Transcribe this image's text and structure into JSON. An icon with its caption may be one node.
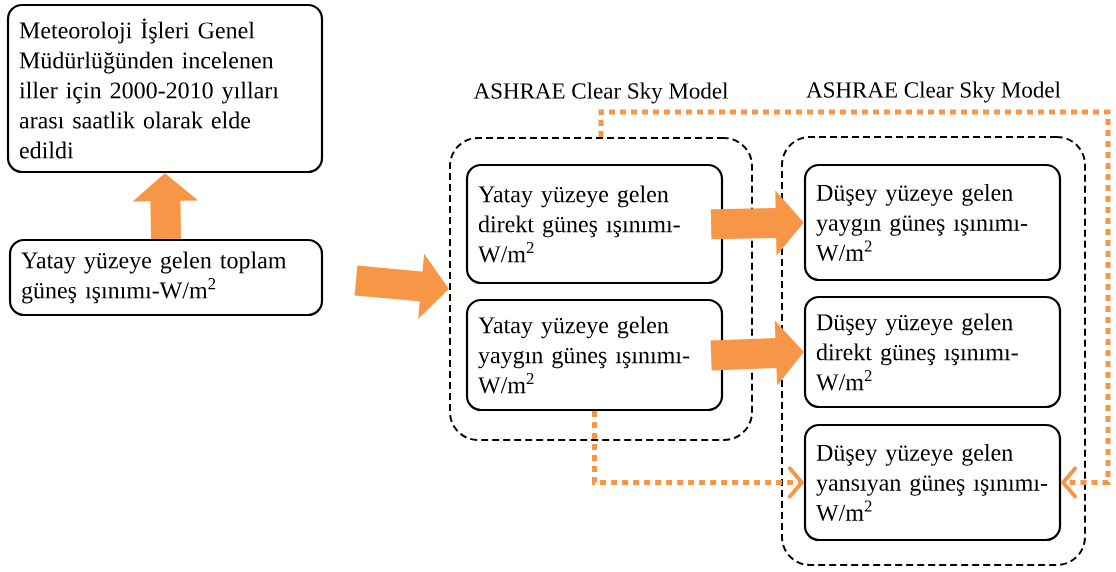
{
  "diagram": {
    "nodes": [
      {
        "text": [
          "Meteoroloji İşleri Genel Müdürlüğünden incelenen iller için 2000-2010 yılları arası saatlik olarak elde edildi"
        ]
      },
      {
        "text": [
          "Yatay yüzeye gelen toplam güneş ışınımı-W/m$^{2}$"
        ]
      },
      {
        "text": [
          "ASHRAE Clear Sky Model"
        ]
      },
      {
        "text": [
          "Yatay yüzeye gelen direkt güneş ışınımı-W/m$^{2}$"
        ],
        "in": 2
      },
      {
        "text": [
          "Yatay yüzeye gelen yaygın güneş ışınımı-W/m$^{2}$"
        ],
        "in": 2
      },
      {
        "text": [
          "ASHRAE Clear Sky Model"
        ]
      },
      {
        "text": [
          "Düşey yüzeye gelen yaygın güneş ışınımı-W/m$^{2}$"
        ],
        "in": 5
      },
      {
        "text": [
          "Düşey yüzeye gelen direkt güneş ışınımı-W/m$^{2}$"
        ],
        "in": 5
      },
      {
        "text": [
          "Düşey yüzeye gelen yansıyan güneş ışınımı-W/m$^{2}$"
        ],
        "in": 5
      }
    ],
    "edges": [
      {
        "from": 1,
        "to": 0,
        "arrow": "to"
      },
      {
        "from": 1,
        "to": 2,
        "arrow": "to"
      },
      {
        "from": 3,
        "to": 6,
        "arrow": "to"
      },
      {
        "from": 4,
        "to": 7,
        "arrow": "to"
      },
      {
        "from": 2,
        "to": 8,
        "arrow": "to",
        "style": "dashed"
      },
      {
        "from": 4,
        "to": 8,
        "arrow": "to",
        "style": "dashed"
      }
    ]
  }
}
